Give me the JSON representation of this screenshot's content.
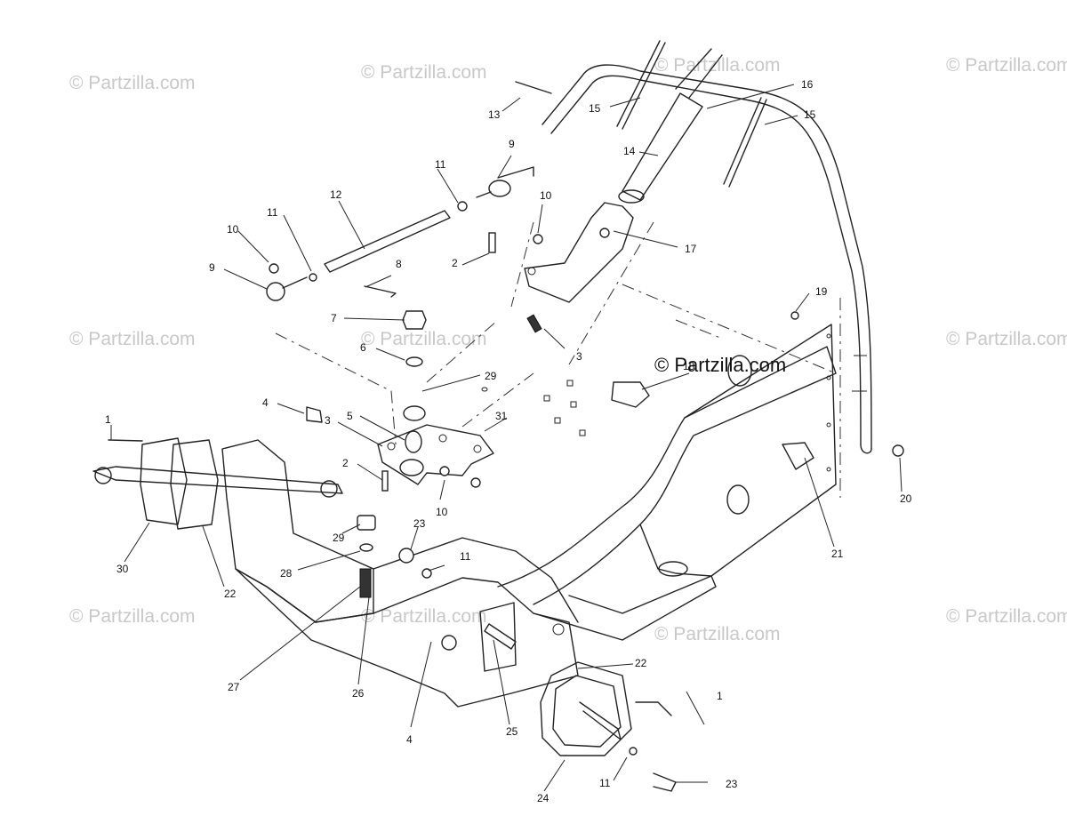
{
  "watermark": "© Partzilla.com",
  "brand_label": "© Partzilla.com",
  "callouts": [
    "1",
    "1",
    "2",
    "2",
    "3",
    "3",
    "4",
    "4",
    "5",
    "6",
    "7",
    "8",
    "9",
    "9",
    "10",
    "10",
    "10",
    "11",
    "11",
    "11",
    "11",
    "12",
    "13",
    "14",
    "15",
    "15",
    "16",
    "17",
    "18",
    "19",
    "20",
    "21",
    "22",
    "22",
    "23",
    "23",
    "24",
    "25",
    "26",
    "27",
    "28",
    "29",
    "29",
    "30",
    "31"
  ]
}
